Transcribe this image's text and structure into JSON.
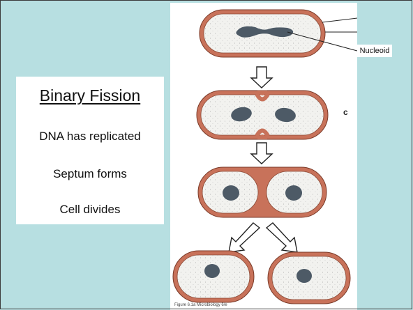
{
  "slide": {
    "title": "Binary Fission",
    "lines": [
      "DNA has replicated",
      "Septum forms",
      "Cell divides"
    ]
  },
  "figure": {
    "nucleoid_label": "Nucleoid",
    "partial_label": "c",
    "caption": "Figure 6.1a  Microbiology 6/e",
    "colors": {
      "cell_wall": "#c8725a",
      "cytoplasm": "#f2f2ef",
      "nucleoid": "#4d5a66",
      "background": "#b7dfe1"
    }
  }
}
